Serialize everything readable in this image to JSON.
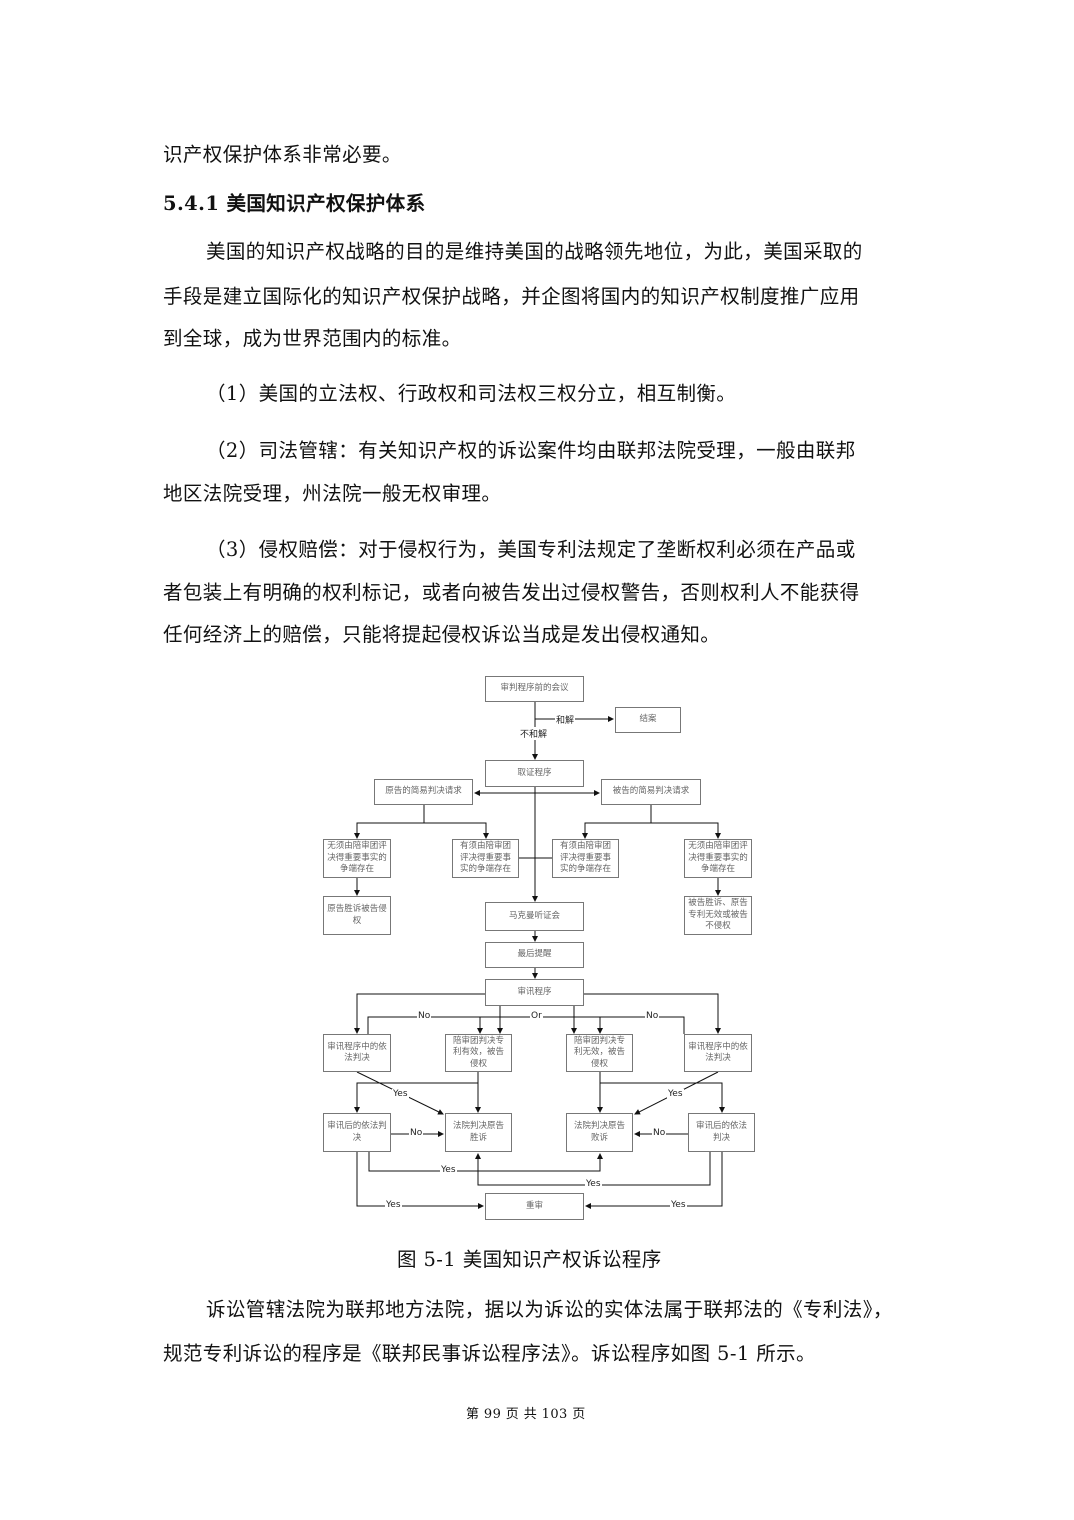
{
  "body": {
    "l0": "识产权保护体系非常必要。",
    "heading": "5.4.1  美国知识产权保护体系",
    "p1": [
      "美国的知识产权战略的目的是维持美国的战略领先地位，为此，美国采取的",
      "手段是建立国际化的知识产权保护战略，并企图将国内的知识产权制度推广应用",
      "到全球，成为世界范围内的标准。"
    ],
    "item1": "（1）美国的立法权、行政权和司法权三权分立，相互制衡。",
    "item2": [
      "（2）司法管辖：有关知识产权的诉讼案件均由联邦法院受理，一般由联邦",
      "地区法院受理，州法院一般无权审理。"
    ],
    "item3": [
      "（3）侵权赔偿：对于侵权行为，美国专利法规定了垄断权利必须在产品或",
      "者包装上有明确的权利标记，或者向被告发出过侵权警告，否则权利人不能获得",
      "任何经济上的赔偿，只能将提起侵权诉讼当成是发出侵权通知。"
    ],
    "caption": "图 5-1  美国知识产权诉讼程序",
    "p2": [
      "诉讼管辖法院为联邦地方法院，据以为诉讼的实体法属于联邦法的《专利法》，",
      "规范专利诉讼的程序是《联邦民事诉讼程序法》。诉讼程序如图 5-1 所示。"
    ],
    "footer": "第  99  页  共  103  页"
  },
  "diagram": {
    "pretrial": "审判程序前的会议",
    "settle": "和解",
    "nosettle": "不和解",
    "closed": "结案",
    "discovery": "取证程序",
    "plaintiff_req": "原告的简易判决请求",
    "defendant_req": "被告的简易判决请求",
    "no_dispute": "无须由陪审团评决得重要事实的争端存在",
    "dispute": "有须由陪审团评决得重要事实的争端存在",
    "plaintiff_wins": "原告胜诉被告侵权",
    "defendant_wins": "被告胜诉、原告专利无效或被告不侵权",
    "markman": "马克曼听证会",
    "final": "最后提醒",
    "trial": "审讯程序",
    "jmol_during": "审讯程序中的依法判决",
    "jury_valid": "陪审团判决专利有效，被告侵权",
    "jury_invalid": "陪审团判决专利无效，被告侵权",
    "jmol_after": "审讯后的依法判决",
    "court_win": "法院判决原告胜诉",
    "court_lose": "法院判决原告败诉",
    "retrial": "重审",
    "no": "No",
    "or": "Or",
    "yes": "Yes"
  }
}
